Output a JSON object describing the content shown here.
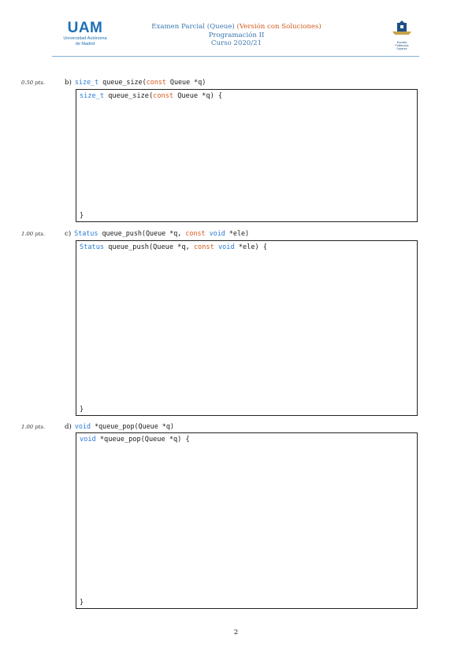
{
  "header": {
    "logo_left_text": "UAM",
    "logo_left_sub1": "Universidad Autónoma",
    "logo_left_sub2": "de Madrid",
    "title_prefix": "Examen Parcial (Queue) ",
    "title_solutions": "(Versión con Soluciones)",
    "subject": "Programación II",
    "course": "Curso 2020/21",
    "logo_right_caption1": "Escuela",
    "logo_right_caption2": "Politécnica",
    "logo_right_caption3": "Superior"
  },
  "questions": [
    {
      "points": "0.50 pts.",
      "letter": "b)",
      "sig_type": "size_t",
      "sig_mid1": " queue_size(",
      "sig_kw": "const",
      "sig_mid2": " Queue *q)",
      "sig_kw2": "",
      "sig_end": "",
      "code_type": "size_t",
      "code_mid1": " queue_size(",
      "code_kw": "const",
      "code_mid2": " Queue *q) {",
      "code_kw2": "",
      "code_end": "",
      "closing": "}"
    },
    {
      "points": "1.00 pts.",
      "letter": "c)",
      "sig_type": "Status",
      "sig_mid1": " queue_push(Queue *q, ",
      "sig_kw": "const",
      "sig_mid2": " ",
      "sig_kw2": "void",
      "sig_end": " *ele)",
      "code_type": "Status",
      "code_mid1": " queue_push(Queue *q, ",
      "code_kw": "const",
      "code_mid2": " ",
      "code_kw2": "void",
      "code_end": " *ele) {",
      "closing": "}"
    },
    {
      "points": "1.00 pts.",
      "letter": "d)",
      "sig_type": "void",
      "sig_mid1": " *queue_pop(Queue *q)",
      "sig_kw": "",
      "sig_mid2": "",
      "sig_kw2": "",
      "sig_end": "",
      "code_type": "void",
      "code_mid1": " *queue_pop(Queue *q) {",
      "code_kw": "",
      "code_mid2": "",
      "code_kw2": "",
      "code_end": "",
      "closing": "}"
    }
  ],
  "page_number": "2",
  "colors": {
    "accent_blue": "#2b7bd6",
    "accent_orange": "#d45a1e",
    "header_blue": "#3a78b0"
  }
}
